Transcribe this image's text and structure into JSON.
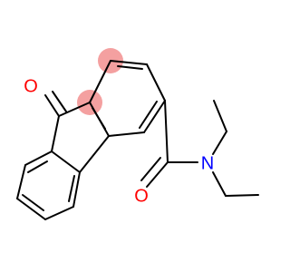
{
  "molecule": {
    "atom_labels": {
      "ketone_oxygen": "O",
      "amide_oxygen": "O",
      "amide_nitrogen": "N"
    },
    "colors": {
      "bond": "#000000",
      "oxygen": "#ff0000",
      "nitrogen": "#0000ff",
      "highlight": "#f4a0a0"
    }
  }
}
